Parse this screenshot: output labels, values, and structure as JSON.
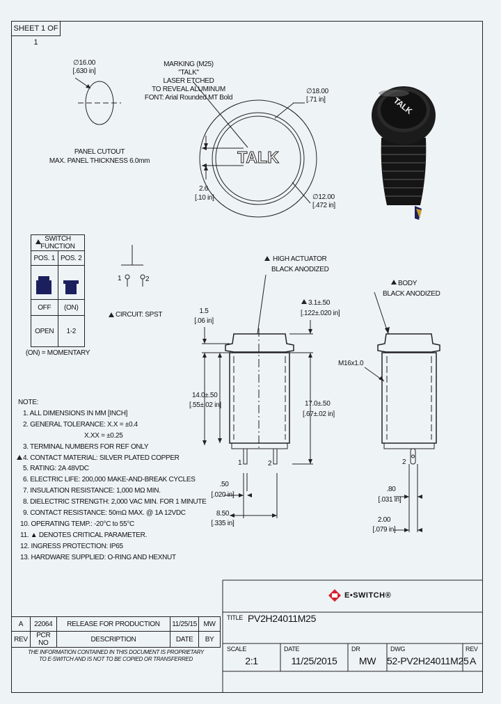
{
  "sheet": "SHEET 1 OF 1",
  "panel": {
    "dia_mm": "∅16.00",
    "dia_in": "[.630 in]",
    "caption1": "PANEL CUTOUT",
    "caption2": "MAX. PANEL THICKNESS 6.0mm"
  },
  "marking": {
    "line1": "MARKING (M25)",
    "line2": "\"TALK\"",
    "line3": "LASER ETCHED",
    "line4": "TO REVEAL ALUMINUM",
    "line5": "FONT: Arial Rounded MT Bold",
    "cap_text": "TALK",
    "outer_mm": "∅18.00",
    "outer_in": "[.71 in]",
    "inner_mm": "∅12.00",
    "inner_in": "[.472 in]",
    "dim_mm": "2.6",
    "dim_in": "[.10 in]"
  },
  "photo_text": "TALK",
  "switch_function": {
    "title": "SWITCH FUNCTION",
    "pos1": "POS. 1",
    "pos2": "POS. 2",
    "state1": "OFF",
    "state2": "(ON)",
    "conn1": "OPEN",
    "conn2": "1-2",
    "note": "(ON) = MOMENTARY"
  },
  "circuit": {
    "label": "CIRCUIT: SPST",
    "term1": "1",
    "term2": "2"
  },
  "side_view": {
    "actuator1": "HIGH ACTUATOR",
    "actuator2": "BLACK ANODIZED",
    "top_mm": "1.5",
    "top_in": "[.06 in]",
    "act_mm": "3.1±.50",
    "act_in": "[.122±.020 in]",
    "body_mm": "14.0±.50",
    "body_in": "[.55±.02 in]",
    "total_mm": "17.0±.50",
    "total_in": "[.67±.02 in]",
    "pin1": "1",
    "pin2": "2",
    "pin_w_mm": ".50",
    "pin_w_in": "[.020 in]",
    "pitch_mm": "8.50",
    "pitch_in": "[.335 in]"
  },
  "end_view": {
    "body1": "BODY",
    "body2": "BLACK ANODIZED",
    "thread": "M16x1.0",
    "pin": "2",
    "t_mm": ".80",
    "t_in": "[.031 in]",
    "w_mm": "2.00",
    "w_in": "[.079 in]"
  },
  "notes": [
    "NOTE:",
    "1. ALL DIMENSIONS IN MM [INCH]",
    "2. GENERAL TOLERANCE: X.X = ±0.4",
    "X.XX = ±0.25",
    "3. TERMINAL NUMBERS FOR REF ONLY",
    "4. CONTACT MATERIAL: SILVER PLATED COPPER",
    "5. RATING: 2A 48VDC",
    "6. ELECTRIC LIFE: 200,000 MAKE-AND-BREAK CYCLES",
    "7. INSULATION RESISTANCE: 1,000 MΩ MIN.",
    "8. DIELECTRIC STRENGTH: 2,000 VAC MIN. FOR 1 MINUTE",
    "9. CONTACT RESISTANCE: 50mΩ MAX. @ 1A 12VDC",
    "10. OPERATING TEMP.: -20°C to 55°C",
    "11. ▲ DENOTES CRITICAL PARAMETER.",
    "12. INGRESS PROTECTION: IP65",
    "13. HARDWARE SUPPLIED: O-RING AND HEXNUT"
  ],
  "revision": {
    "rev": "A",
    "pcr": "22064",
    "desc": "RELEASE FOR PRODUCTION",
    "date": "11/25/15",
    "by": "MW",
    "h_rev": "REV",
    "h_pcr": "PCR NO",
    "h_desc": "DESCRIPTION",
    "h_date": "DATE",
    "h_by": "BY"
  },
  "disclaimer1": "THE INFORMATION CONTAINED IN THIS DOCUMENT IS PROPRIETARY",
  "disclaimer2": "TO E-SWITCH AND IS NOT TO BE COPIED OR TRANSFERRED",
  "title_block": {
    "logo": "E•SWITCH®",
    "title_label": "TITLE",
    "title": "PV2H24011M25",
    "scale_label": "SCALE",
    "scale": "2:1",
    "date_label": "DATE",
    "date": "11/25/2015",
    "dr_label": "DR",
    "dr": "MW",
    "dwg_label": "DWG",
    "dwg": "52-PV2H24011M25",
    "rev_label": "REV",
    "rev": "A"
  },
  "colors": {
    "line": "#222222",
    "logo_red": "#d6202c",
    "actuator_blue": "#1c1f5e"
  }
}
